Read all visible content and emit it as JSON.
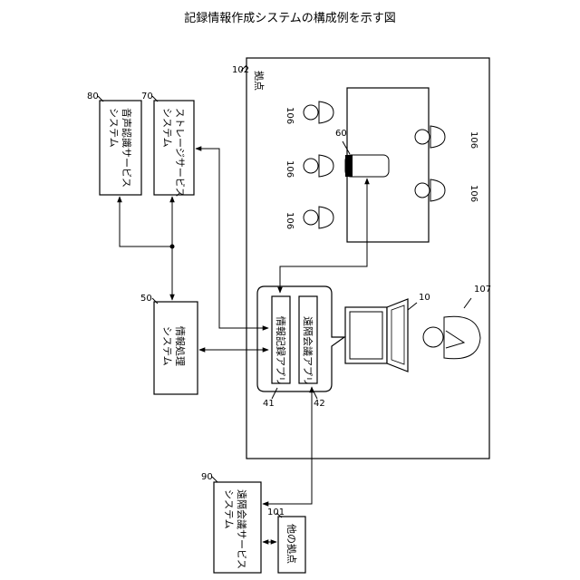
{
  "title": "記録情報作成システムの構成例を示す図",
  "nodes": {
    "speech": {
      "ref": "80",
      "line1": "音声認識サービス",
      "line2": "システム"
    },
    "storage": {
      "ref": "70",
      "line1": "ストレージサービス",
      "line2": "システム"
    },
    "info": {
      "ref": "50",
      "line1": "情報処理",
      "line2": "システム"
    },
    "remote_svc": {
      "ref": "90",
      "line1": "遠隔会議サービス",
      "line2": "システム"
    },
    "other_site": {
      "ref": "101",
      "line1": "他の拠点"
    },
    "site": {
      "ref": "102",
      "label": "拠点"
    },
    "app_record": {
      "ref": "41",
      "label": "情報記録アプリ"
    },
    "app_conf": {
      "ref": "42",
      "label": "遠隔会議アプリ"
    },
    "terminal": {
      "ref": "10"
    },
    "camera": {
      "ref": "60"
    },
    "user": {
      "ref": "107"
    },
    "participant_ref": "106"
  }
}
